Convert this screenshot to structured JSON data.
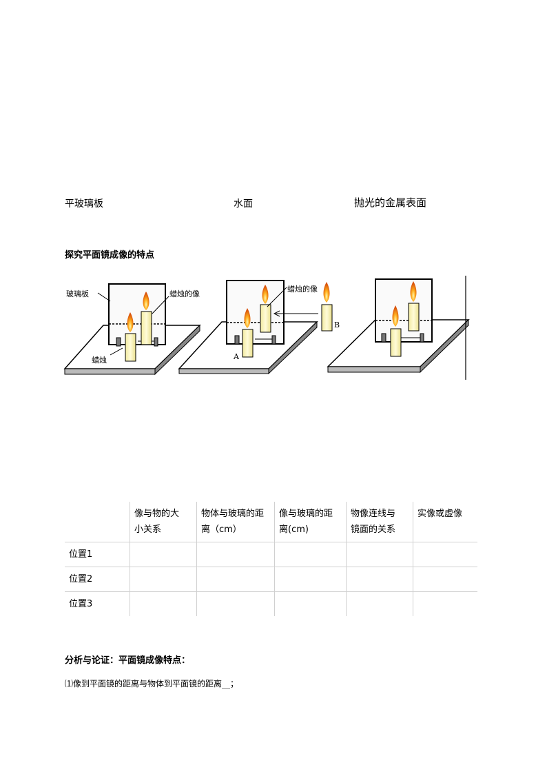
{
  "materials": {
    "glass": "平玻璃板",
    "water": "水面",
    "metal": "抛光的金属表面"
  },
  "section_title": "探究平面镜成像的特点",
  "figure": {
    "label_glass": "玻璃板",
    "label_image_1": "蜡烛的像",
    "label_candle": "蜡烛",
    "label_image_2": "蜡烛的像",
    "label_A": "A",
    "label_B": "B"
  },
  "table": {
    "headers": [
      "",
      "像与物的大小关系",
      "物体与玻璃的距离（cm）",
      "像与玻璃的距离(cm)",
      "物像连线与镜面的关系",
      "实像或虚像"
    ],
    "header_lines": [
      [
        "",
        ""
      ],
      [
        "像与物的大",
        "小关系"
      ],
      [
        "物体与玻璃的距",
        "离（cm）"
      ],
      [
        "像与玻璃的距",
        "离(cm)"
      ],
      [
        "物像连线与",
        "镜面的关系"
      ],
      [
        "实像或虚像",
        ""
      ]
    ],
    "rows": [
      [
        "位置1",
        "",
        "",
        "",
        "",
        ""
      ],
      [
        "位置2",
        "",
        "",
        "",
        "",
        ""
      ],
      [
        "位置3",
        "",
        "",
        "",
        "",
        ""
      ]
    ]
  },
  "analysis": {
    "title": "分析与论证：平面镜成像特点：",
    "q1": "⑴像到平面镜的距离与物体到平面镜的距离__；"
  }
}
